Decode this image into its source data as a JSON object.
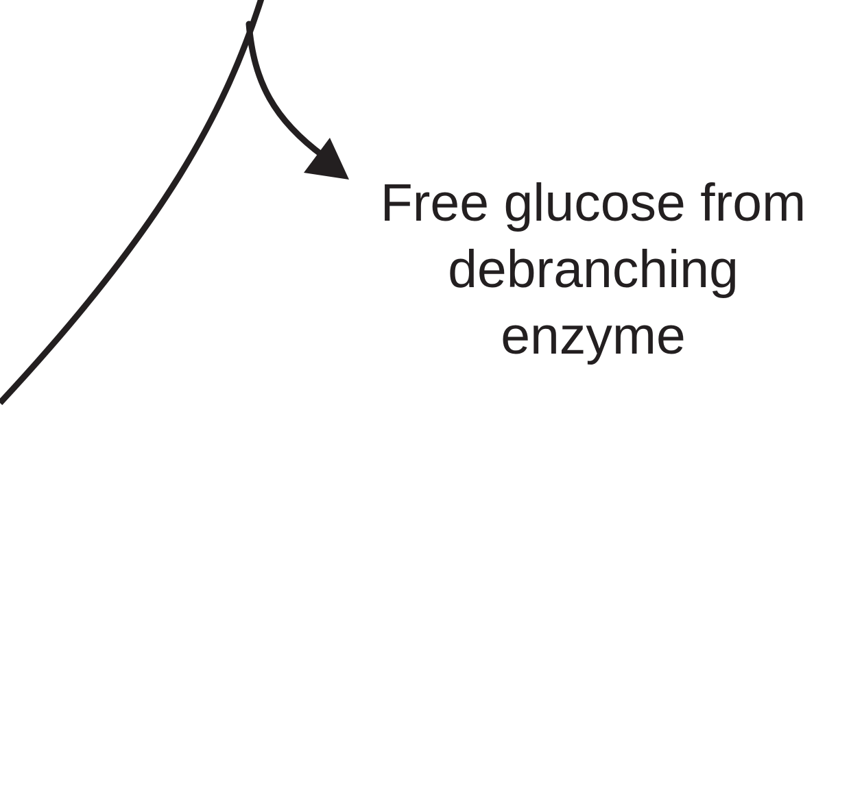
{
  "diagram": {
    "label_lines": [
      "Free glucose from",
      "debranching",
      "enzyme"
    ],
    "stroke_color": "#231f20",
    "background_color": "#ffffff"
  }
}
